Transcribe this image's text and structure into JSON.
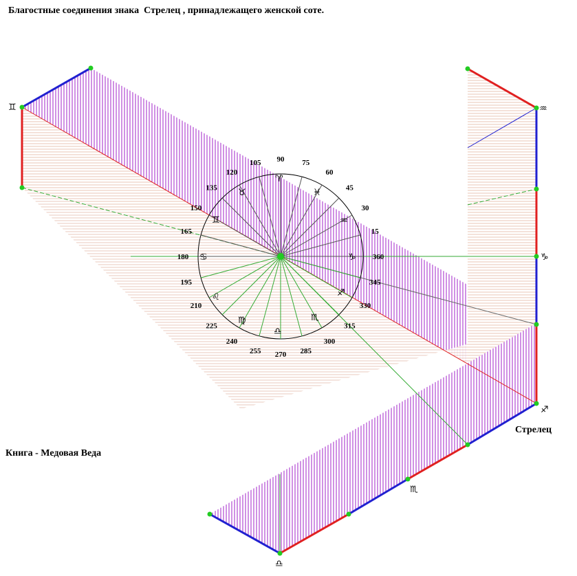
{
  "title": "Благостные соединения знака  Стрелец , принадлежащего женской соте.",
  "caption": "Книга - Медовая Веда",
  "sign_label": "Стрелец",
  "colors": {
    "stripe": "#a020c8",
    "hatch": "#e0b8a8",
    "edge_red": "#e02020",
    "edge_blue": "#2020d0",
    "node": "#22cc22",
    "guide_green": "#33aa33"
  },
  "wheel": {
    "degree_labels": [
      "15",
      "30",
      "45",
      "60",
      "75",
      "90",
      "105",
      "120",
      "135",
      "150",
      "165",
      "180",
      "195",
      "210",
      "225",
      "240",
      "255",
      "270",
      "285",
      "300",
      "315",
      "330",
      "345",
      "360"
    ]
  },
  "glyphs": {
    "gemini": "♊",
    "aquarius": "♒",
    "capricorn": "♑",
    "sagittarius": "♐",
    "scorpio": "♏",
    "libra": "♎",
    "aries": "♈",
    "taurus": "♉",
    "cancer": "♋",
    "leo": "♌",
    "virgo": "♍",
    "pisces": "♓"
  }
}
